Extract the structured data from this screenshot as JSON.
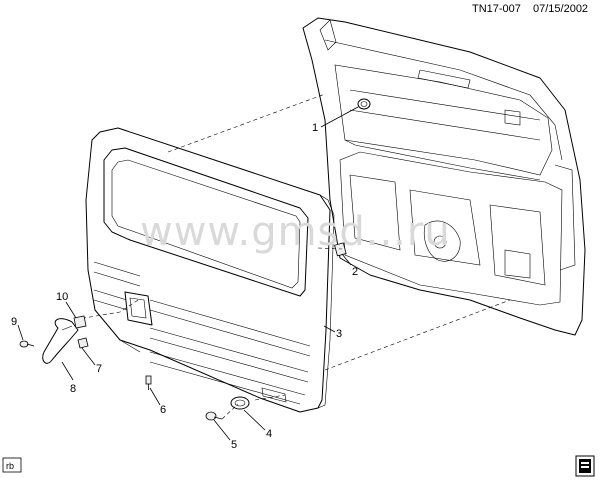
{
  "header": {
    "code": "TN17-007",
    "date": "07/15/2002"
  },
  "watermark": "www.gmsd...ru",
  "callouts": [
    {
      "id": "c1",
      "label": "1"
    },
    {
      "id": "c2",
      "label": "2"
    },
    {
      "id": "c3",
      "label": "3"
    },
    {
      "id": "c4",
      "label": "4"
    },
    {
      "id": "c5",
      "label": "5"
    },
    {
      "id": "c6",
      "label": "6"
    },
    {
      "id": "c7",
      "label": "7"
    },
    {
      "id": "c8",
      "label": "8"
    },
    {
      "id": "c9",
      "label": "9"
    },
    {
      "id": "c10",
      "label": "10"
    }
  ],
  "footer": {
    "left_tag": "rb",
    "right_icon": "book-icon"
  }
}
